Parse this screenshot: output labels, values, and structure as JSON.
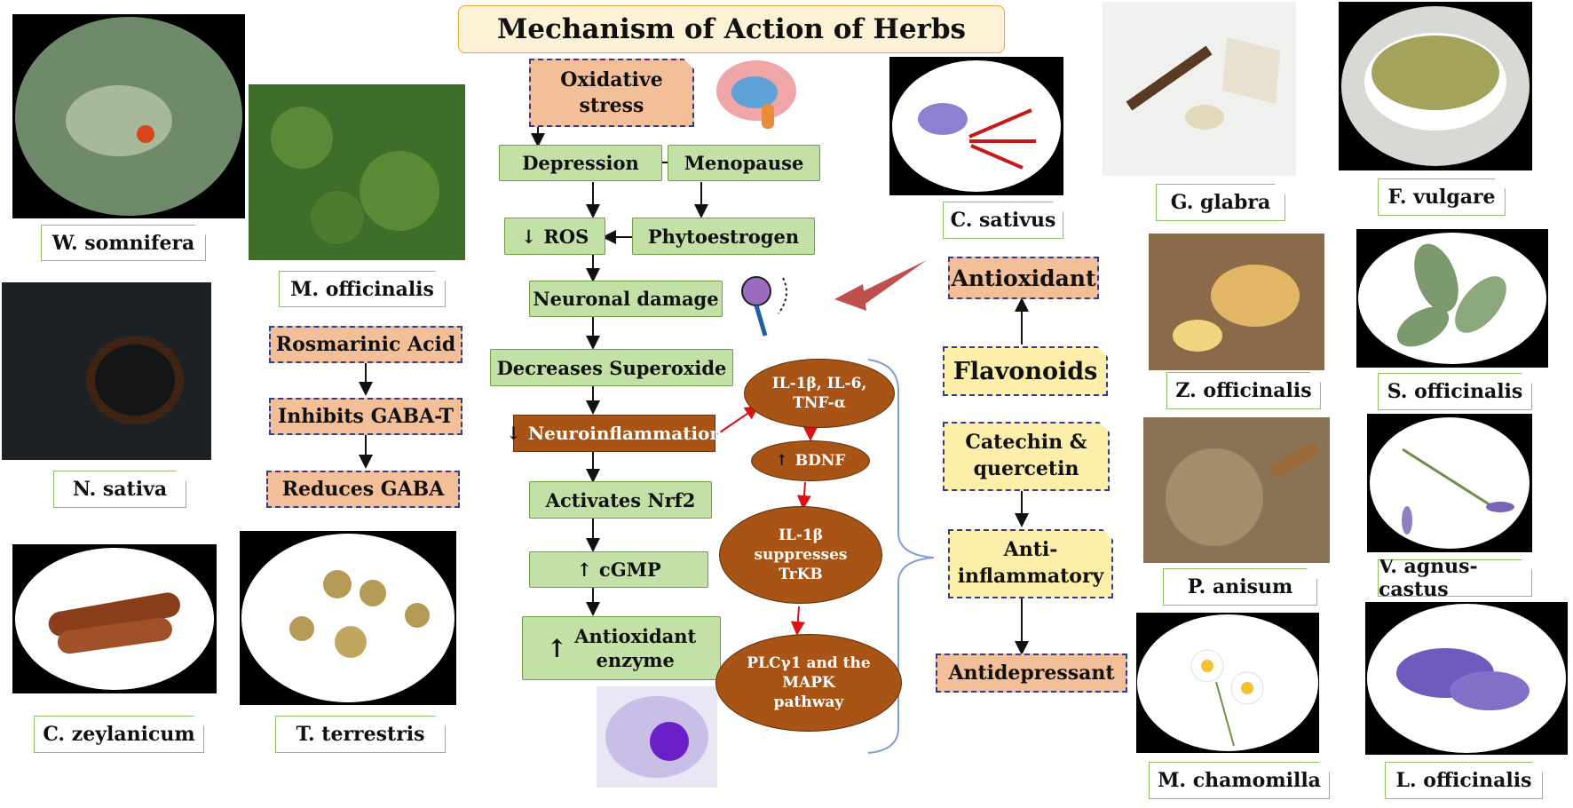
{
  "title": "Mechanism of Action of Herbs",
  "herbs": {
    "w_somnifera": "W. somnifera",
    "m_officinalis": "M. officinalis",
    "n_sativa": "N. sativa",
    "c_zeylanicum": "C. zeylanicum",
    "t_terrestris": "T. terrestris",
    "c_sativus": "C. sativus",
    "g_glabra": "G. glabra",
    "f_vulgare": "F. vulgare",
    "z_officinalis": "Z. officinalis",
    "s_officinalis": "S. officinalis",
    "p_anisum": "P. anisum",
    "v_agnus_castus": "V. agnus-castus",
    "m_chamomilla": "M. chamomilla",
    "l_officinalis": "L. officinalis"
  },
  "gaba_chain": {
    "rosmarinic": "Rosmarinic Acid",
    "inhibits": "Inhibits GABA-T",
    "reduces": "Reduces GABA"
  },
  "main_flow": {
    "oxidative_1": "Oxidative",
    "oxidative_2": "stress",
    "depression": "Depression",
    "menopause": "Menopause",
    "ros": "ROS",
    "phytoestrogen": "Phytoestrogen",
    "neuronal_damage": "Neuronal damage",
    "decreases_superoxide": "Decreases Superoxide",
    "neuroinflammation": "Neuroinflammation",
    "activates_nrf2": "Activates Nrf2",
    "cgmp": "cGMP",
    "antioxidant_enzyme_1": "Antioxidant",
    "antioxidant_enzyme_2": "enzyme",
    "arrow_up": "↑",
    "arrow_down": "↓"
  },
  "cytokines": {
    "il_line1": "IL-1β, IL-6,",
    "il_line2": "TNF-α",
    "bdnf": "BDNF",
    "il1b_1": "IL-1β",
    "il1b_2": "suppresses",
    "il1b_3": "TrKB",
    "plc_1": "PLCγ1 and the",
    "plc_2": "MAPK",
    "plc_3": "pathway"
  },
  "right_flow": {
    "antioxidant": "Antioxidant",
    "flavonoids": "Flavonoids",
    "catechin_1": "Catechin &",
    "catechin_2": "quercetin",
    "anti_1": "Anti-",
    "anti_2": "inflammatory",
    "antidepressant": "Antidepressant"
  },
  "colors": {
    "green_box": "#c3e0a6",
    "salmon_box": "#f2bf98",
    "yellow_box": "#fdefa9",
    "brown": "#a85416",
    "big_arrow": "#c0504d"
  }
}
